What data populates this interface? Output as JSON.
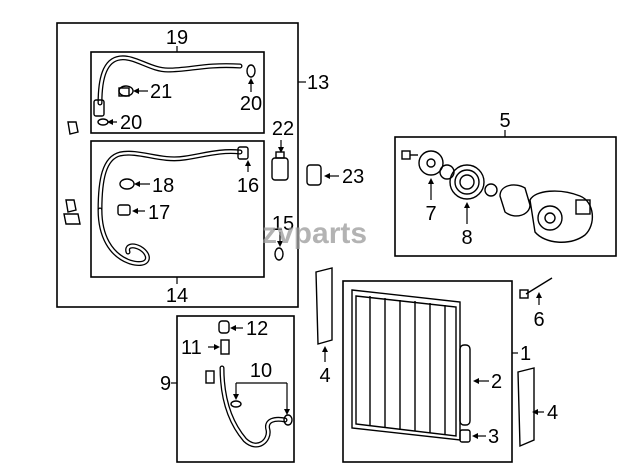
{
  "watermark": "zvparts",
  "callouts": {
    "c1": "1",
    "c2": "2",
    "c3": "3",
    "c4a": "4",
    "c4b": "4",
    "c5": "5",
    "c6": "6",
    "c7": "7",
    "c8": "8",
    "c9": "9",
    "c10": "10",
    "c11": "11",
    "c12": "12",
    "c13": "13",
    "c14": "14",
    "c15": "15",
    "c16": "16",
    "c17": "17",
    "c18": "18",
    "c19": "19",
    "c20a": "20",
    "c20b": "20",
    "c21": "21",
    "c22": "22",
    "c23": "23"
  }
}
